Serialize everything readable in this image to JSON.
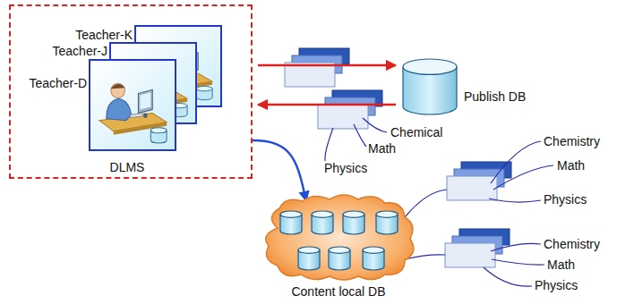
{
  "diagram": {
    "nodes": [
      {
        "text": [
          "DLMS"
        ]
      },
      {
        "text": [
          "Teacher-K"
        ],
        "in": 0
      },
      {
        "text": [
          "Teacher-J"
        ],
        "in": 0
      },
      {
        "text": [
          "Teacher-D"
        ],
        "in": 0
      },
      {
        "text": [
          "Publish DB"
        ]
      },
      {
        "text": [
          "Content local DB"
        ]
      }
    ],
    "edges": [
      {
        "from": 0,
        "to": 4,
        "arrow": "to"
      },
      {
        "from": 4,
        "to": 0,
        "arrow": "to"
      },
      {
        "from": 0,
        "to": 5,
        "arrow": "to"
      }
    ],
    "labels": [
      "Chemical",
      "Math",
      "Physics",
      "Chemistry",
      "Math",
      "Physics",
      "Chemistry",
      "Math",
      "Physics"
    ]
  }
}
